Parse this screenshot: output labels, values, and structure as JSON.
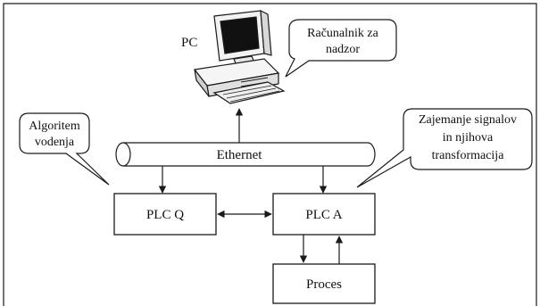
{
  "pc": {
    "label": "PC"
  },
  "callouts": {
    "monitoring": {
      "lines": [
        "Računalnik za",
        "nadzor"
      ]
    },
    "algorithm": {
      "lines": [
        "Algoritem",
        "vodenja"
      ]
    },
    "signals": {
      "lines": [
        "Zajemanje signalov",
        "in njihova",
        "transformacija"
      ]
    }
  },
  "bus": {
    "label": "Ethernet"
  },
  "blocks": {
    "plc_q": {
      "label": "PLC Q"
    },
    "plc_a": {
      "label": "PLC A"
    },
    "process": {
      "label": "Proces"
    }
  },
  "colors": {
    "stroke": "#1a1a1a",
    "monitor_screen": "#111111",
    "bus_fill": "#ffffff"
  }
}
